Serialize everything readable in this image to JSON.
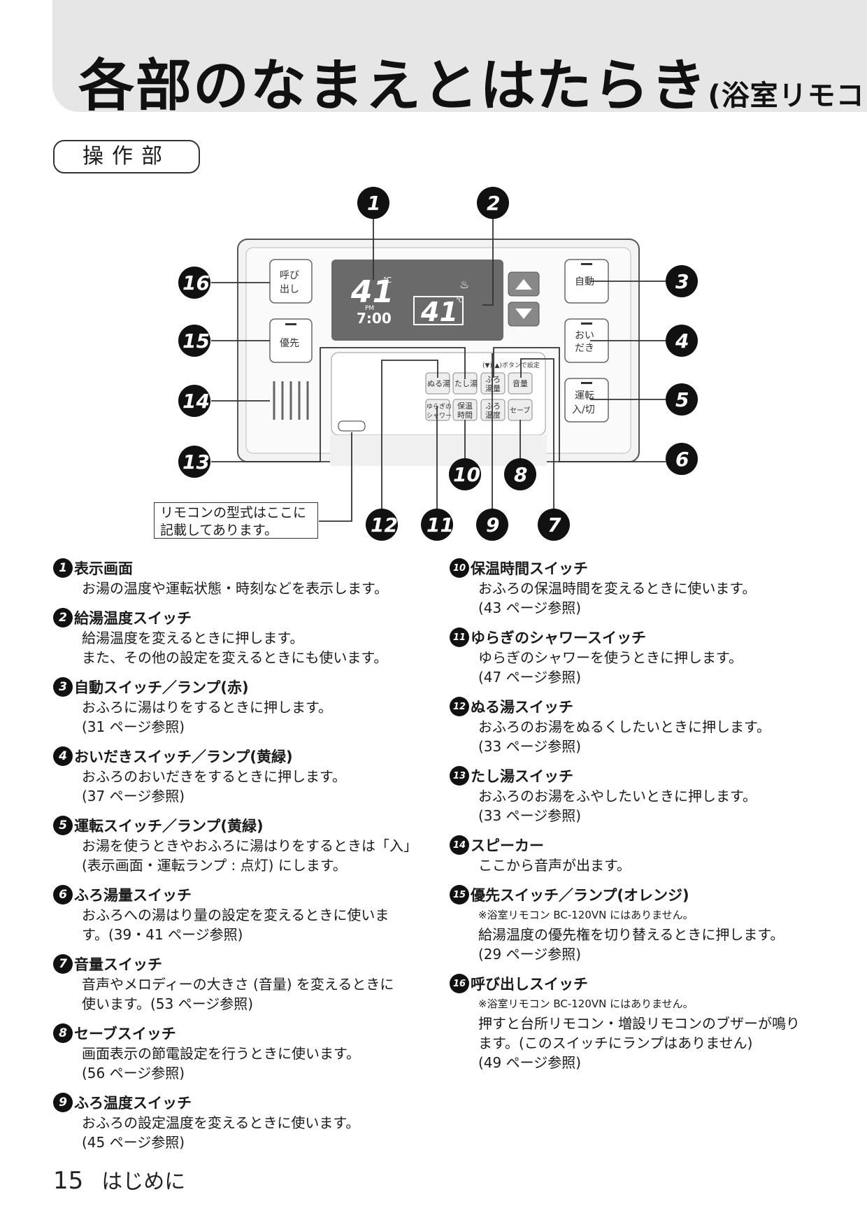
{
  "header": {
    "title": "各部のなまえとはたらき",
    "subtitle": "(浴室リモコン"
  },
  "section_label": "操作部",
  "remote": {
    "display_temp_main": "41",
    "display_temp_unit": "℃",
    "display_pm": "PM",
    "display_time": "7:00",
    "display_bath_temp": "41",
    "buttons": {
      "call": "呼び出し",
      "priority": "優先",
      "auto": "自動",
      "reheat": "おいだき",
      "power": "運転入/切",
      "nuruyu": "ぬる湯",
      "tashiyu": "たし湯",
      "furo_yuryo": "ふろ湯量",
      "volume": "音量",
      "shower": "ゆらぎのシャワー",
      "hoon": "保温時間",
      "furo_ondo": "ふろ温度",
      "save": "セーブ",
      "panel_hint": "(▼)(▲)ボタンで設定"
    }
  },
  "callout": "リモコンの型式はここに\n記載してあります。",
  "items": [
    {
      "n": "1",
      "title": "表示画面",
      "body": "お湯の温度や運転状態・時刻などを表示します。"
    },
    {
      "n": "2",
      "title": "給湯温度スイッチ",
      "body": "給湯温度を変えるときに押します。\nまた、その他の設定を変えるときにも使います。"
    },
    {
      "n": "3",
      "title": "自動スイッチ／ランプ(赤)",
      "body": "おふろに湯はりをするときに押します。\n(31 ページ参照)"
    },
    {
      "n": "4",
      "title": "おいだきスイッチ／ランプ(黄緑)",
      "body": "おふろのおいだきをするときに押します。\n(37 ページ参照)"
    },
    {
      "n": "5",
      "title": "運転スイッチ／ランプ(黄緑)",
      "body": "お湯を使うときやおふろに湯はりをするときは「入」\n(表示画面・運転ランプ : 点灯) にします。"
    },
    {
      "n": "6",
      "title": "ふろ湯量スイッチ",
      "body": "おふろへの湯はり量の設定を変えるときに使いま\nす。(39・41 ページ参照)"
    },
    {
      "n": "7",
      "title": "音量スイッチ",
      "body": "音声やメロディーの大きさ (音量) を変えるときに\n使います。(53 ページ参照)"
    },
    {
      "n": "8",
      "title": "セーブスイッチ",
      "body": "画面表示の節電設定を行うときに使います。\n(56 ページ参照)"
    },
    {
      "n": "9",
      "title": "ふろ温度スイッチ",
      "body": "おふろの設定温度を変えるときに使います。\n(45 ページ参照)"
    },
    {
      "n": "10",
      "title": "保温時間スイッチ",
      "body": "おふろの保温時間を変えるときに使います。\n(43 ページ参照)"
    },
    {
      "n": "11",
      "title": "ゆらぎのシャワースイッチ",
      "body": "ゆらぎのシャワーを使うときに押します。\n(47 ページ参照)"
    },
    {
      "n": "12",
      "title": "ぬる湯スイッチ",
      "body": "おふろのお湯をぬるくしたいときに押します。\n(33 ページ参照)"
    },
    {
      "n": "13",
      "title": "たし湯スイッチ",
      "body": "おふろのお湯をふやしたいときに押します。\n(33 ページ参照)"
    },
    {
      "n": "14",
      "title": "スピーカー",
      "body": "ここから音声が出ます。"
    },
    {
      "n": "15",
      "title": "優先スイッチ／ランプ(オレンジ)",
      "note": "※浴室リモコン BC-120VN にはありません。",
      "body": "給湯温度の優先権を切り替えるときに押します。\n(29 ページ参照)"
    },
    {
      "n": "16",
      "title": "呼び出しスイッチ",
      "note": "※浴室リモコン BC-120VN にはありません。",
      "body": "押すと台所リモコン・増設リモコンのブザーが鳴り\nます。(このスイッチにランプはありません)\n(49 ページ参照)"
    }
  ],
  "footer": {
    "page": "15",
    "section": "はじめに"
  }
}
